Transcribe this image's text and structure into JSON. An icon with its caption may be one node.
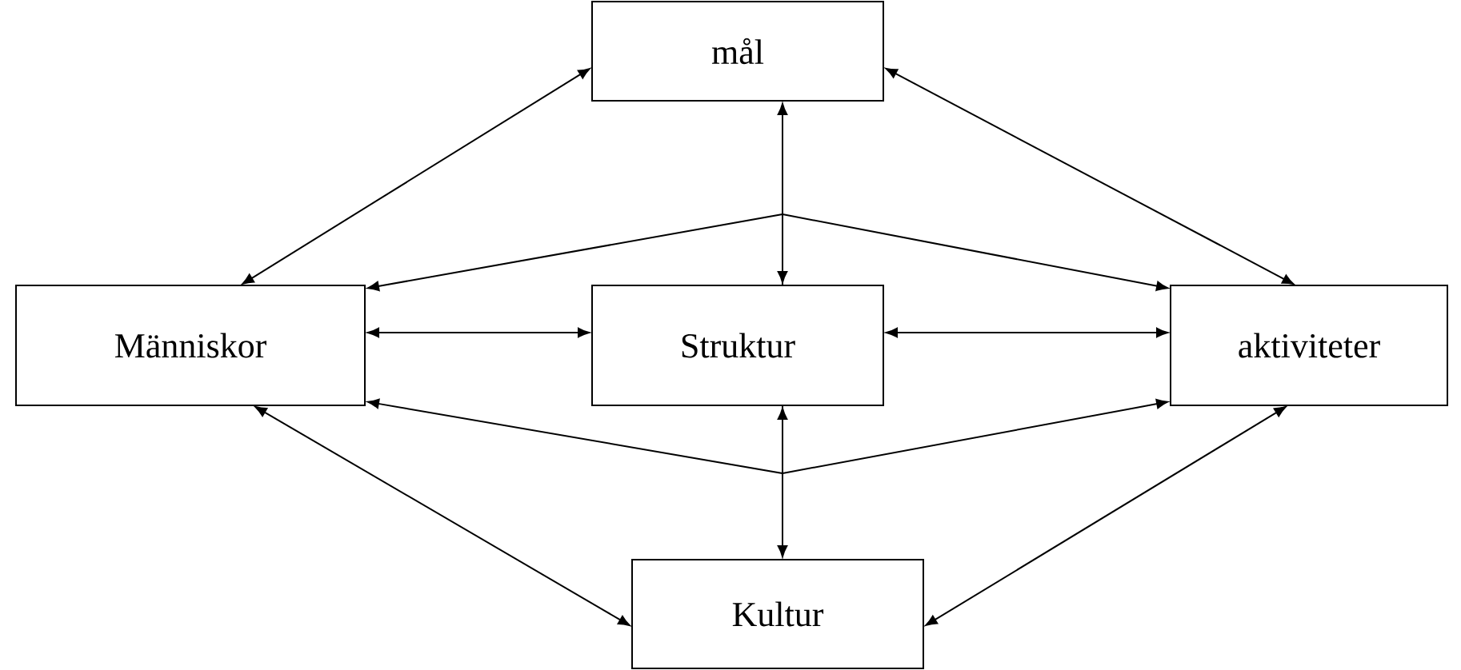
{
  "diagram": {
    "nodes": [
      {
        "text": [
          "mål"
        ]
      },
      {
        "text": [
          "Människor"
        ]
      },
      {
        "text": [
          "Struktur"
        ]
      },
      {
        "text": [
          "aktiviteter"
        ]
      },
      {
        "text": [
          "Kultur"
        ]
      }
    ],
    "edges": [
      {
        "from": 0,
        "to": 1,
        "arrow": "both"
      },
      {
        "from": 0,
        "to": 3,
        "arrow": "both"
      },
      {
        "from": 0,
        "to": 2,
        "arrow": "both"
      },
      {
        "from": 2,
        "to": 1,
        "arrow": "to"
      },
      {
        "from": 2,
        "to": 3,
        "arrow": "to"
      },
      {
        "from": 1,
        "to": 2,
        "arrow": "both"
      },
      {
        "from": 2,
        "to": 3,
        "arrow": "both"
      },
      {
        "from": 2,
        "to": 1,
        "arrow": "to"
      },
      {
        "from": 2,
        "to": 3,
        "arrow": "to"
      },
      {
        "from": 2,
        "to": 4,
        "arrow": "both"
      },
      {
        "from": 1,
        "to": 4,
        "arrow": "both"
      },
      {
        "from": 3,
        "to": 4,
        "arrow": "both"
      }
    ]
  }
}
